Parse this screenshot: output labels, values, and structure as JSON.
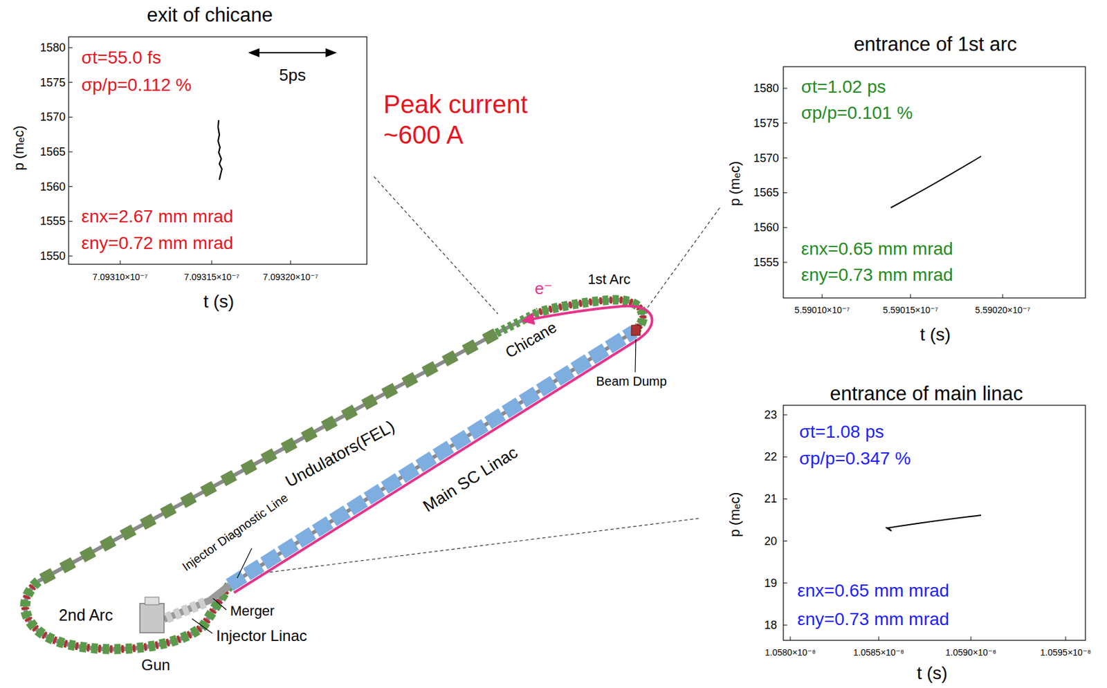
{
  "diagram": {
    "nodes": [
      {
        "text": [
          "exit of chicane",
          "σt=55.0 fs",
          "σp/p=0.112 %",
          "εnx=2.67 mm mrad",
          "εny=0.72 mm mrad"
        ]
      },
      {
        "text": [
          "entrance of 1st arc",
          "σt=1.02 ps",
          "σp/p=0.101 %",
          "εnx=0.65 mm mrad",
          "εny=0.73 mm mrad"
        ]
      },
      {
        "text": [
          "entrance of main linac",
          "σt=1.08 ps",
          "σp/p=0.347 %",
          "εnx=0.65 mm mrad",
          "εny=0.73 mm mrad"
        ]
      }
    ],
    "labels": [
      "Peak current ~600 A",
      "5ps",
      "Chicane",
      "1st Arc",
      "Beam Dump",
      "Main SC Linac",
      "Undulators(FEL)",
      "Injector Diagnostic Line",
      "Merger",
      "Injector Linac",
      "Gun",
      "2nd Arc",
      "e⁻",
      "1580",
      "1575",
      "1570",
      "1565",
      "1560",
      "1555",
      "1550",
      "7.09310×10⁻⁷",
      "7.09315×10⁻⁷",
      "7.09320×10⁻⁷",
      "p (mₑc)",
      "t (s)",
      "1580",
      "1575",
      "1570",
      "1565",
      "1560",
      "1555",
      "5.59010×10⁻⁷",
      "5.59015×10⁻⁷",
      "5.59020×10⁻⁷",
      "p (mₑc)",
      "t (s)",
      "23",
      "22",
      "21",
      "20",
      "19",
      "18",
      "1.0580×10⁻⁸",
      "1.0585×10⁻⁸",
      "1.0590×10⁻⁸",
      "1.0595×10⁻⁸",
      "p (mₑc)",
      "t (s)"
    ]
  }
}
